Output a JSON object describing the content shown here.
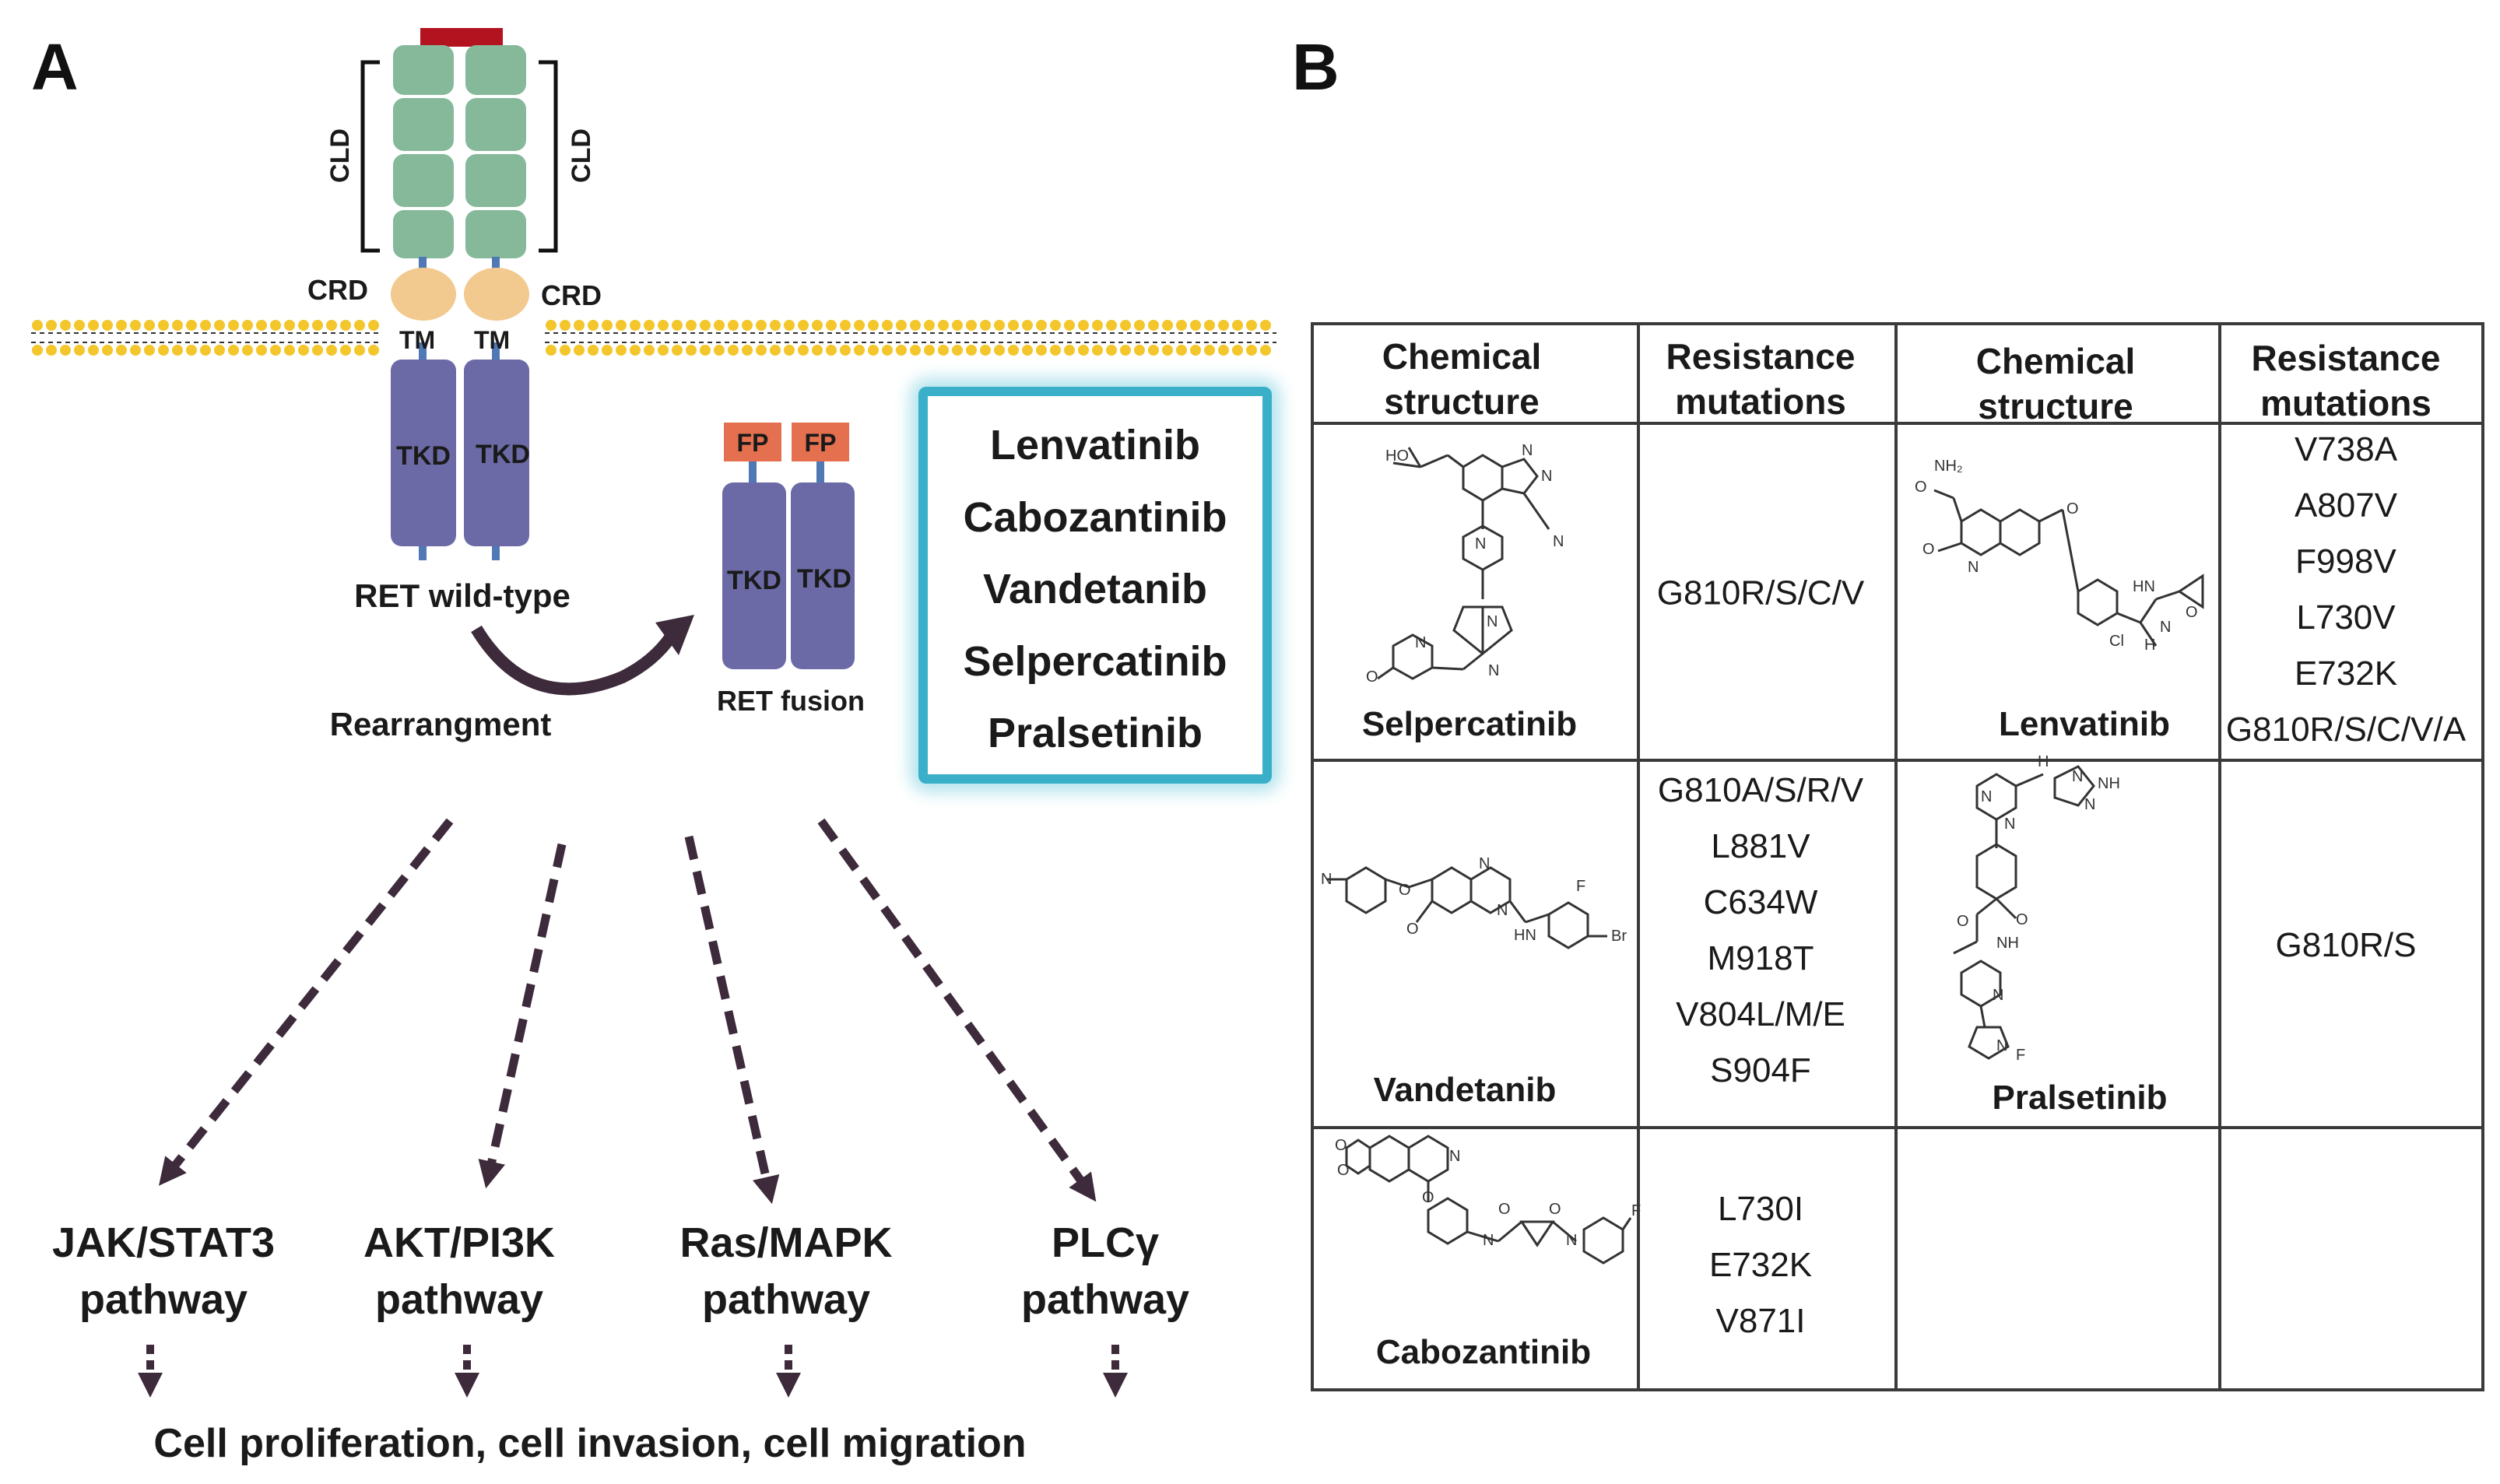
{
  "panelA": {
    "letter": "A",
    "cld_left": "CLD",
    "cld_right": "CLD",
    "crd_left": "CRD",
    "crd_right": "CRD",
    "tm_left": "TM",
    "tm_right": "TM",
    "tkd_left": "TKD",
    "tkd_right": "TKD",
    "wildtype_label": "RET wild-type",
    "rearrangement_label": "Rearrangment",
    "fp_left": "FP",
    "fp_right": "FP",
    "fusion_tkd_left": "TKD",
    "fusion_tkd_right": "TKD",
    "fusion_label": "RET fusion",
    "drugs": [
      "Lenvatinib",
      "Cabozantinib",
      "Vandetanib",
      "Selpercatinib",
      "Pralsetinib"
    ],
    "pathways": [
      {
        "line1": "JAK/STAT3",
        "line2": "pathway"
      },
      {
        "line1": "AKT/PI3K",
        "line2": "pathway"
      },
      {
        "line1": "Ras/MAPK",
        "line2": "pathway"
      },
      {
        "line1": "PLCγ",
        "line2": "pathway"
      }
    ],
    "outcome": "Cell proliferation, cell invasion, cell migration",
    "colors": {
      "cld": "#85b99a",
      "crd": "#f2c98e",
      "tkd": "#6b6aa6",
      "fp": "#e5704f",
      "cap": "#b3121f",
      "membrane": "#f3c62c",
      "arrow": "#3d2a3a",
      "drug_box": "#58c2d8"
    }
  },
  "panelB": {
    "letter": "B",
    "headers": {
      "chem1_line1": "Chemical",
      "chem1_line2": "structure",
      "res1_line1": "Resistance",
      "res1_line2": "mutations",
      "chem2_line1": "Chemical",
      "chem2_line2": "structure",
      "res2_line1": "Resistance",
      "res2_line2": "mutations"
    },
    "rows": [
      {
        "drug_left": "Selpercatinib",
        "mut_left": [
          "G810R/S/C/V"
        ],
        "drug_right": "Lenvatinib",
        "mut_right": [
          "V738A",
          "A807V",
          "F998V",
          "L730V",
          "E732K",
          "G810R/S/C/V/A"
        ]
      },
      {
        "drug_left": "Vandetanib",
        "mut_left": [
          "G810A/S/R/V",
          "L881V",
          "C634W",
          "M918T",
          "V804L/M/E",
          "S904F"
        ],
        "drug_right": "Pralsetinib",
        "mut_right": [
          "G810R/S"
        ]
      },
      {
        "drug_left": "Cabozantinib",
        "mut_left": [
          "L730I",
          "E732K",
          "V871I"
        ],
        "drug_right": "",
        "mut_right": []
      }
    ],
    "mol_atoms": {
      "selpercatinib": [
        "HO",
        "N",
        "N",
        "N",
        "N",
        "N",
        "N",
        "N",
        "O"
      ],
      "lenvatinib": [
        "NH₂",
        "O",
        "O",
        "O",
        "N",
        "HN",
        "N",
        "H",
        "O",
        "Cl"
      ],
      "vandetanib": [
        "N",
        "O",
        "N",
        "N",
        "F",
        "HN",
        "Br",
        "O"
      ],
      "pralsetinib": [
        "N",
        "N",
        "H",
        "N",
        "NH",
        "N",
        "O",
        "O",
        "NH",
        "N",
        "N",
        "F"
      ],
      "cabozantinib": [
        "O",
        "O",
        "N",
        "O",
        "N",
        "O",
        "O",
        "N",
        "F"
      ]
    }
  }
}
